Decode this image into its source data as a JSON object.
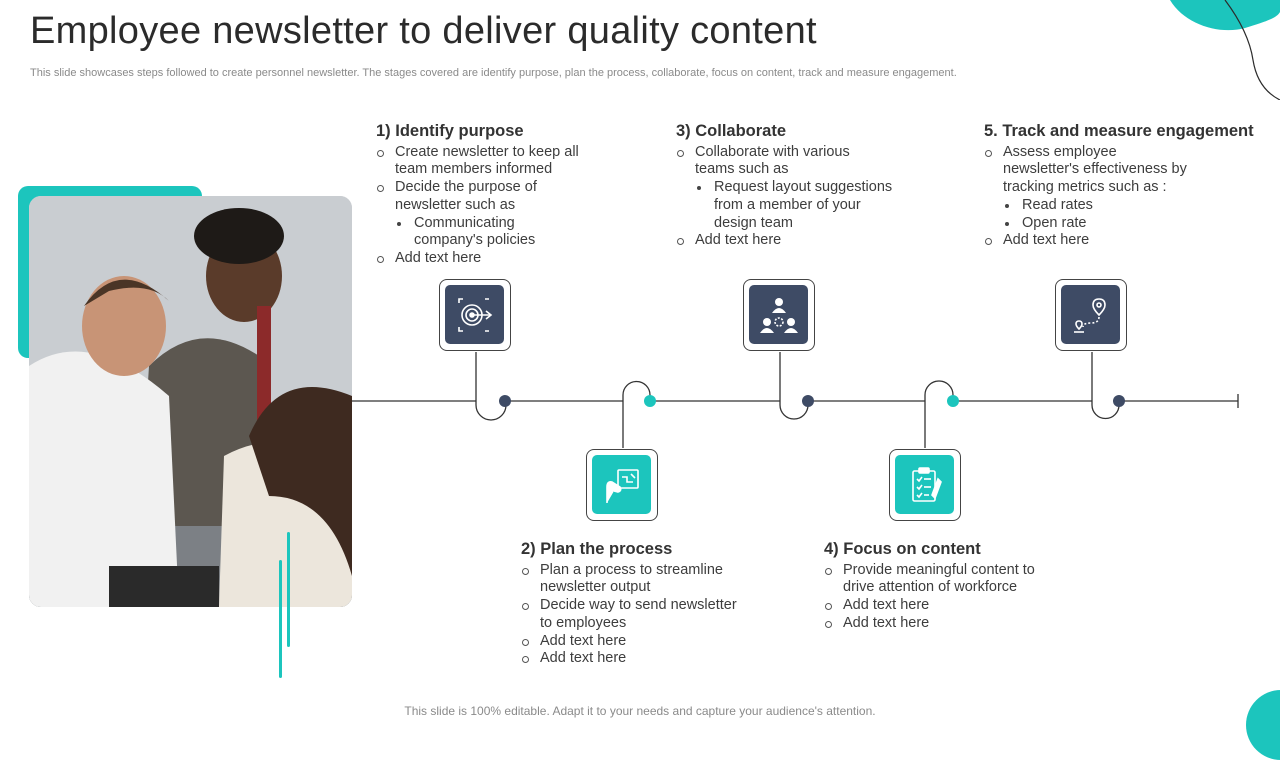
{
  "title": "Employee newsletter to deliver quality content",
  "subtitle": "This slide showcases steps followed to create personnel newsletter. The stages covered are identify purpose, plan the process, collaborate, focus on content, track and measure engagement.",
  "footer": "This slide is 100% editable. Adapt it to your needs and capture your audience's attention.",
  "colors": {
    "accent": "#1cc5bd",
    "dark": "#3e4b65",
    "line": "#333333"
  },
  "steps": [
    {
      "heading": "1) Identify purpose",
      "icon": "target-icon",
      "items": [
        {
          "text": "Create newsletter to keep all team members informed",
          "level": 1
        },
        {
          "text": "Decide the purpose of newsletter such as",
          "level": 1
        },
        {
          "text": "Communicating company's policies",
          "level": 2
        },
        {
          "text": "Add text here",
          "level": 1
        }
      ]
    },
    {
      "heading": "2) Plan the process",
      "icon": "planning-hand-icon",
      "items": [
        {
          "text": "Plan a process to streamline newsletter output",
          "level": 1
        },
        {
          "text": "Decide way to send newsletter to employees",
          "level": 1
        },
        {
          "text": "Add text here",
          "level": 1
        },
        {
          "text": "Add text here",
          "level": 1
        }
      ]
    },
    {
      "heading": "3) Collaborate",
      "icon": "team-collaboration-icon",
      "items": [
        {
          "text": "Collaborate with various teams such as",
          "level": 1
        },
        {
          "text": "Request layout suggestions from a member of your design team",
          "level": 2
        },
        {
          "text": "Add text here",
          "level": 1
        }
      ]
    },
    {
      "heading": "4) Focus on content",
      "icon": "clipboard-checklist-icon",
      "items": [
        {
          "text": "Provide meaningful content to drive attention of workforce",
          "level": 1
        },
        {
          "text": "Add text here",
          "level": 1
        },
        {
          "text": "Add text here",
          "level": 1
        }
      ]
    },
    {
      "heading": "5. Track and measure engagement",
      "icon": "route-tracking-icon",
      "items": [
        {
          "text": "Assess employee newsletter's effectiveness by tracking metrics such as :",
          "level": 1
        },
        {
          "text": "Read rates",
          "level": 2
        },
        {
          "text": "Open rate",
          "level": 2
        },
        {
          "text": "Add text here",
          "level": 1
        }
      ]
    }
  ]
}
